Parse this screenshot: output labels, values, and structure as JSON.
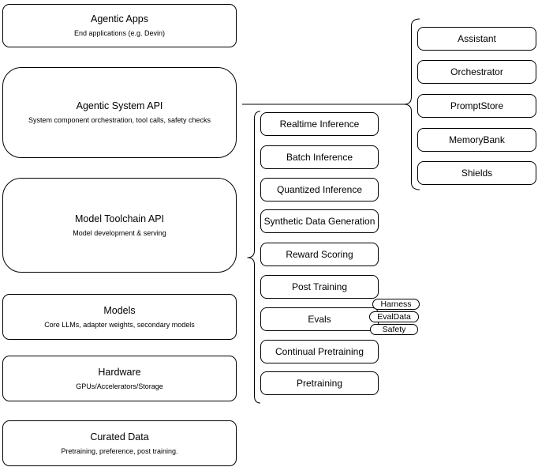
{
  "diagram": {
    "left_stack": [
      {
        "title": "Agentic Apps",
        "subtitle": "End applications (e.g. Devin)"
      },
      {
        "title": "Agentic System API",
        "subtitle": "System component orchestration, tool calls, safety checks"
      },
      {
        "title": "Model Toolchain API",
        "subtitle": "Model development & serving"
      },
      {
        "title": "Models",
        "subtitle": "Core LLMs, adapter weights, secondary models"
      },
      {
        "title": "Hardware",
        "subtitle": "GPUs/Accelerators/Storage"
      },
      {
        "title": "Curated Data",
        "subtitle": "Pretraining, preference, post training."
      }
    ],
    "toolchain": {
      "items": [
        "Realtime Inference",
        "Batch Inference",
        "Quantized Inference",
        "Synthetic Data Generation",
        "Reward Scoring",
        "Post Training",
        "Evals",
        "Continual Pretraining",
        "Pretraining"
      ],
      "eval_tags": [
        "Harness",
        "EvalData",
        "Safety"
      ]
    },
    "system_components": {
      "items": [
        "Assistant",
        "Orchestrator",
        "PromptStore",
        "MemoryBank",
        "Shields"
      ]
    },
    "colors": {
      "stroke": "#000000",
      "fill": "#ffffff",
      "text": "#000000"
    }
  }
}
